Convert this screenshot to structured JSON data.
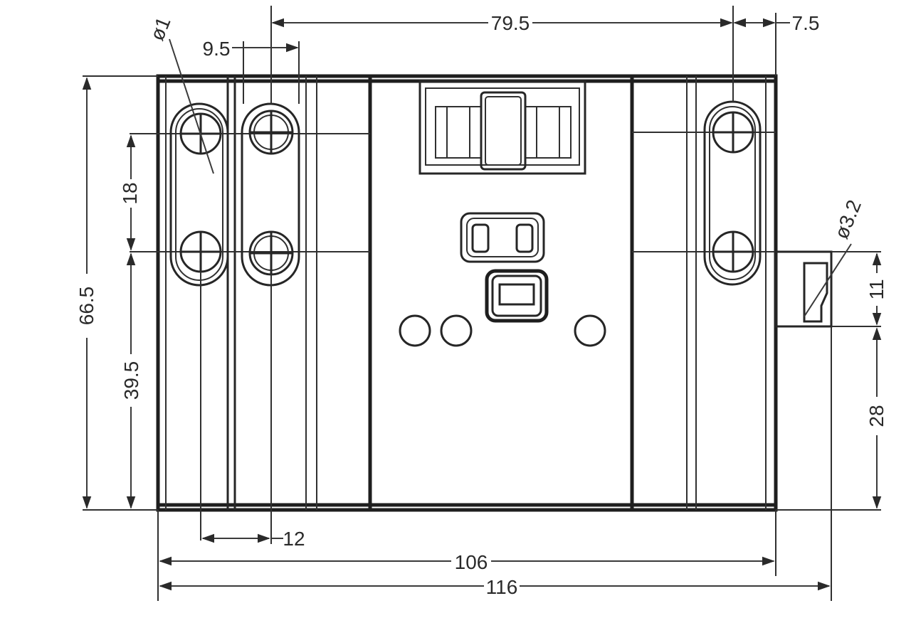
{
  "drawing": {
    "dimensions": {
      "d_79_5": "79.5",
      "d_7_5": "7.5",
      "d_9_5": "9.5",
      "d_phi1": "ø1",
      "d_18": "18",
      "d_66_5": "66.5",
      "d_39_5": "39.5",
      "d_phi3_2": "ø3.2",
      "d_11": "11",
      "d_28": "28",
      "d_12": "12",
      "d_106": "106",
      "d_116": "116"
    },
    "colors": {
      "line": "#1e1e1e",
      "text": "#2a2a2a",
      "background": "#ffffff"
    }
  }
}
